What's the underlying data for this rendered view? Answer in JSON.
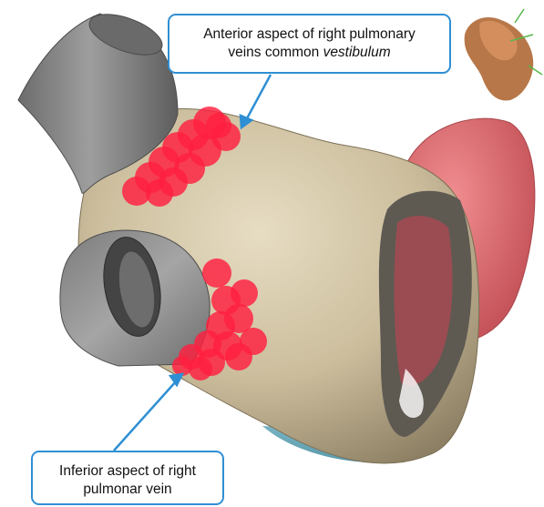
{
  "callouts": {
    "top": {
      "line1": "Anterior aspect of right pulmonary",
      "line2_prefix": "veins common ",
      "line2_italic": "vestibulum"
    },
    "bottom": {
      "line1": "Inferior aspect of right",
      "line2": "pulmonar vein"
    }
  },
  "colors": {
    "atrium": "#cfc2a3",
    "vein_gray": "#8e8e8e",
    "appendage": "#e46f74",
    "lesion": "#ff1f40",
    "bottom_tissue": "#6fb3c4",
    "callout_border": "#2f8fd4",
    "thumbnail": "#b87748"
  }
}
